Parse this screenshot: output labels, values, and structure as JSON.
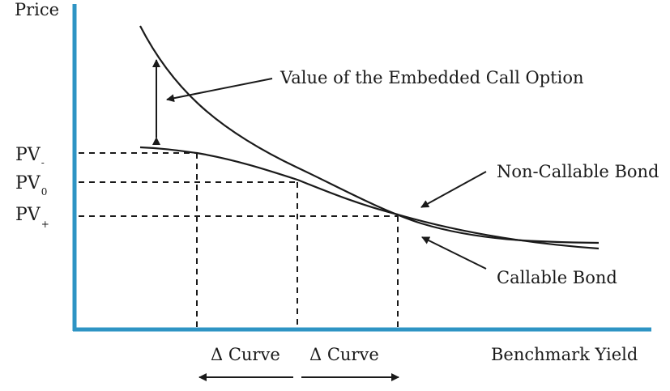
{
  "axis": {
    "y_label": "Price",
    "x_label": "Benchmark Yield"
  },
  "pv_labels": [
    {
      "main": "PV",
      "sub": "-"
    },
    {
      "main": "PV",
      "sub": "0"
    },
    {
      "main": "PV",
      "sub": "+"
    }
  ],
  "annotations": {
    "embedded_call": "Value of the Embedded Call Option",
    "non_callable": "Non-Callable Bond",
    "callable": "Callable Bond"
  },
  "delta_labels": [
    "Δ Curve",
    "Δ Curve"
  ],
  "colors": {
    "axis": "#2e94c4",
    "curve": "#1a1a1a",
    "text": "#1a1a1a"
  }
}
